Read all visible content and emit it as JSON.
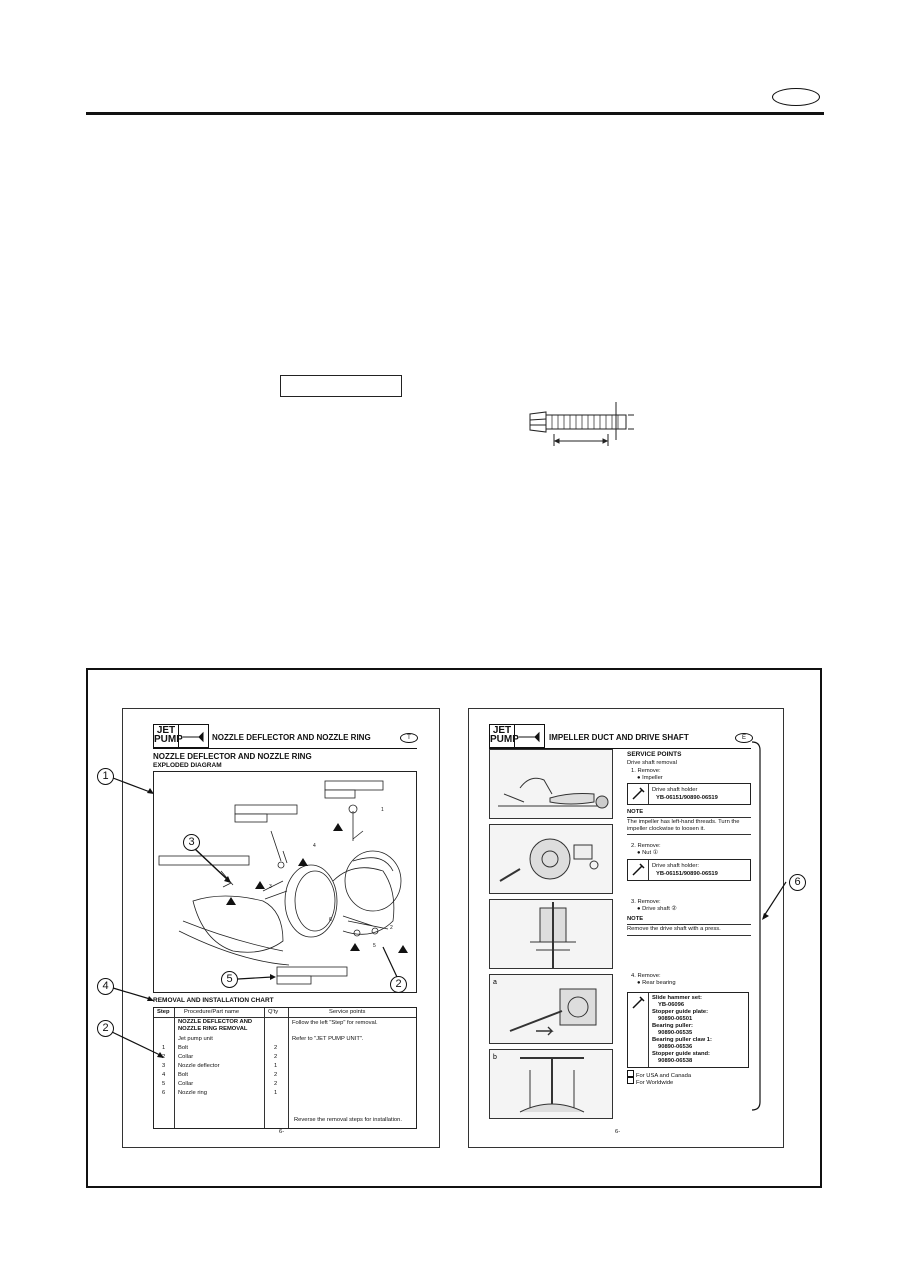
{
  "header": {
    "oval_label": ""
  },
  "left_page": {
    "badge_line1": "JET",
    "badge_line2": "PUMP",
    "header_title": "NOZZLE DEFLECTOR AND NOZZLE RING",
    "lang_tag": "T",
    "title": "NOZZLE DEFLECTOR AND NOZZLE RING",
    "subtitle": "EXPLODED DIAGRAM",
    "chart_title": "REMOVAL AND INSTALLATION CHART",
    "table": {
      "headers": [
        "Step",
        "Procedure/Part name",
        "Q'ty",
        "Service points"
      ],
      "section": "NOZZLE DEFLECTOR AND NOZZLE RING REMOVAL",
      "rows": [
        {
          "step": "",
          "part": "Jet pump unit",
          "qty": "",
          "note": "Refer to \"JET PUMP UNIT\"."
        },
        {
          "step": "1",
          "part": "Bolt",
          "qty": "2",
          "note": ""
        },
        {
          "step": "2",
          "part": "Collar",
          "qty": "2",
          "note": ""
        },
        {
          "step": "3",
          "part": "Nozzle deflector",
          "qty": "1",
          "note": ""
        },
        {
          "step": "4",
          "part": "Bolt",
          "qty": "2",
          "note": ""
        },
        {
          "step": "5",
          "part": "Collar",
          "qty": "2",
          "note": ""
        },
        {
          "step": "6",
          "part": "Nozzle ring",
          "qty": "1",
          "note": ""
        }
      ],
      "first_note": "Follow the left \"Step\" for removal.",
      "footer_note": "Reverse the removal steps for installation."
    },
    "page_num": "6-"
  },
  "right_page": {
    "badge_line1": "JET",
    "badge_line2": "PUMP",
    "header_title": "IMPELLER DUCT AND DRIVE SHAFT",
    "lang_tag": "E",
    "service_points": "SERVICE POINTS",
    "drive_shaft_removal": "Drive shaft removal",
    "step1": "1. Remove:",
    "step1_item": "● Impeller",
    "tool1_name": "Drive shaft holder",
    "tool1_num": "YB-06151/90890-06519",
    "note1_label": "NOTE",
    "note1_text": "The impeller has left-hand threads. Turn the impeller clockwise to loosen it.",
    "step2": "2. Remove:",
    "step2_item": "● Nut ①",
    "tool2_name": "Drive shaft holder:",
    "tool2_num": "YB-06151/90890-06519",
    "step3": "3. Remove:",
    "step3_item": "● Drive shaft ②",
    "note2_label": "NOTE",
    "note2_text": "Remove the drive shaft with a press.",
    "step4": "4. Remove:",
    "step4_item": "● Rear bearing",
    "tools3": [
      "Slide hammer set:",
      "YB-06096",
      "Stopper guide plate:",
      "90890-06501",
      "Bearing puller:",
      "90890-06535",
      "Bearing puller claw 1:",
      "90890-06536",
      "Stopper guide stand:",
      "90890-06538"
    ],
    "legend_a": "For USA and Canada",
    "legend_b": "For Worldwide",
    "page_num": "6-"
  },
  "callouts": [
    "1",
    "2",
    "3",
    "4",
    "5",
    "6"
  ],
  "diagram_callouts": [
    "3",
    "5",
    "2"
  ]
}
